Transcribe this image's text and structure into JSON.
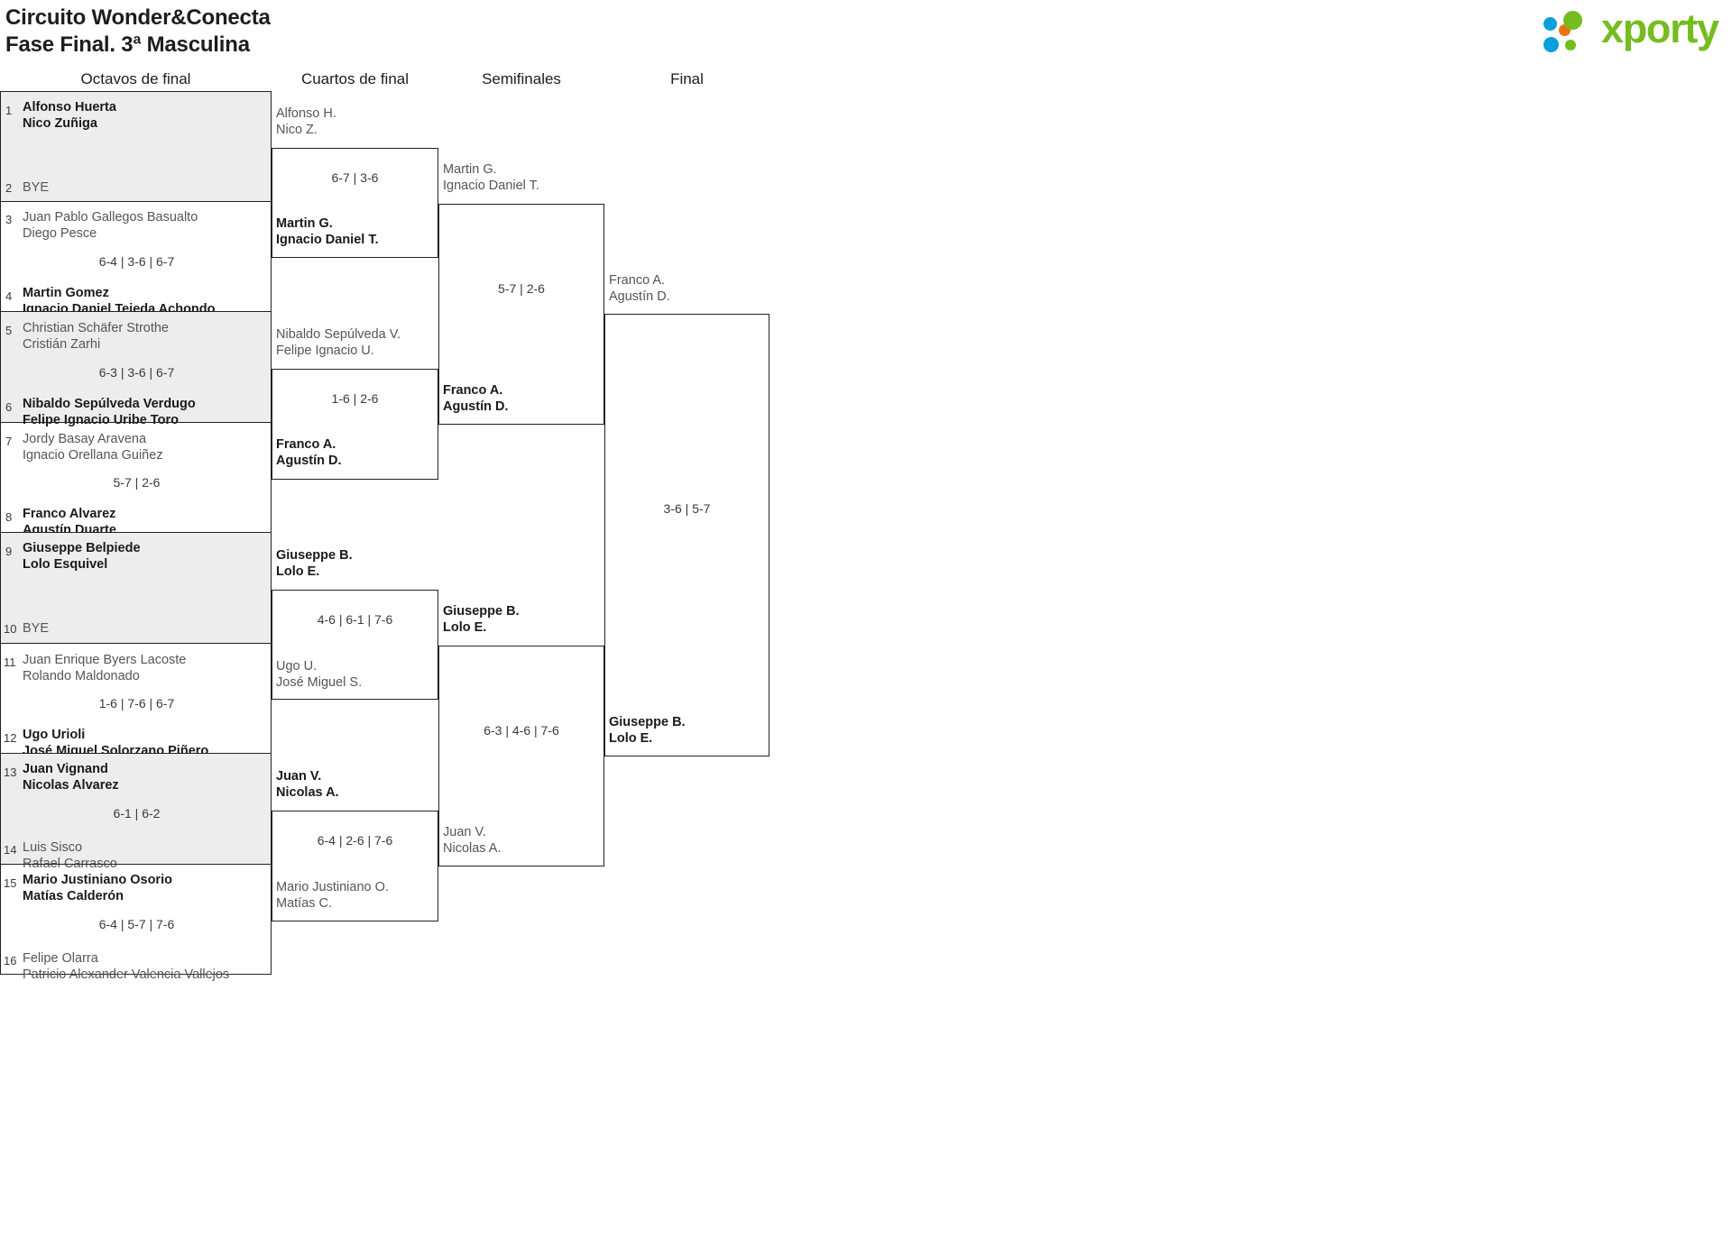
{
  "header": {
    "title_line1": "Circuito Wonder&Conecta",
    "title_line2": "Fase Final. 3ª Masculina",
    "logo_text": "xporty",
    "logo_colors": {
      "green": "#76bc21",
      "blue": "#0b9fdb",
      "orange": "#e8730c"
    }
  },
  "rounds": [
    {
      "label": "Octavos de final"
    },
    {
      "label": "Cuartos de final"
    },
    {
      "label": "Semifinales"
    },
    {
      "label": "Final"
    }
  ],
  "octavos": {
    "seeds": [
      {
        "num": "1",
        "p1": "Alfonso Huerta",
        "p2": "Nico Zuñiga",
        "winner": true,
        "bye": false
      },
      {
        "num": "2",
        "p1": "BYE",
        "p2": "",
        "winner": false,
        "bye": true
      },
      {
        "num": "3",
        "p1": "Juan Pablo Gallegos Basualto",
        "p2": "Diego Pesce",
        "winner": false,
        "bye": false
      },
      {
        "num": "4",
        "p1": "Martin Gomez",
        "p2": "Ignacio Daniel Tejeda Achondo",
        "winner": true,
        "bye": false
      },
      {
        "num": "5",
        "p1": "Christian Schäfer Strothe",
        "p2": "Cristián Zarhi",
        "winner": false,
        "bye": false
      },
      {
        "num": "6",
        "p1": "Nibaldo Sepúlveda Verdugo",
        "p2": "Felipe Ignacio Uribe Toro",
        "winner": true,
        "bye": false
      },
      {
        "num": "7",
        "p1": "Jordy Basay Aravena",
        "p2": "Ignacio Orellana Guiñez",
        "winner": false,
        "bye": false
      },
      {
        "num": "8",
        "p1": "Franco Alvarez",
        "p2": "Agustín Duarte",
        "winner": true,
        "bye": false
      },
      {
        "num": "9",
        "p1": "Giuseppe Belpiede",
        "p2": "Lolo Esquivel",
        "winner": true,
        "bye": false
      },
      {
        "num": "10",
        "p1": "BYE",
        "p2": "",
        "winner": false,
        "bye": true
      },
      {
        "num": "11",
        "p1": "Juan Enrique Byers Lacoste",
        "p2": "Rolando Maldonado",
        "winner": false,
        "bye": false
      },
      {
        "num": "12",
        "p1": "Ugo Urioli",
        "p2": "José Miguel Solorzano Piñero",
        "winner": true,
        "bye": false
      },
      {
        "num": "13",
        "p1": "Juan Vignand",
        "p2": "Nicolas Alvarez",
        "winner": true,
        "bye": false
      },
      {
        "num": "14",
        "p1": "Luis Sisco",
        "p2": "Rafael Carrasco",
        "winner": false,
        "bye": false
      },
      {
        "num": "15",
        "p1": "Mario Justiniano Osorio",
        "p2": "Matías Calderón",
        "winner": true,
        "bye": false
      },
      {
        "num": "16",
        "p1": "Felipe Olarra",
        "p2": "Patricio Alexander Valencia Vallejos",
        "winner": false,
        "bye": false
      }
    ],
    "scores": [
      {
        "value": ""
      },
      {
        "value": "6-4 | 3-6 | 6-7"
      },
      {
        "value": "6-3 | 3-6 | 6-7"
      },
      {
        "value": "5-7 | 2-6"
      },
      {
        "value": ""
      },
      {
        "value": "1-6 | 7-6 | 6-7"
      },
      {
        "value": "6-1 | 6-2"
      },
      {
        "value": "6-4 | 5-7 | 7-6"
      }
    ]
  },
  "cuartos": {
    "entrants": [
      {
        "p1": "Alfonso H.",
        "p2": "Nico Z.",
        "winner": false
      },
      {
        "p1": "Martin G.",
        "p2": "Ignacio Daniel T.",
        "winner": true
      },
      {
        "p1": "Nibaldo Sepúlveda V.",
        "p2": "Felipe Ignacio U.",
        "winner": false
      },
      {
        "p1": "Franco A.",
        "p2": "Agustín D.",
        "winner": true
      },
      {
        "p1": "Giuseppe B.",
        "p2": "Lolo E.",
        "winner": true
      },
      {
        "p1": "Ugo U.",
        "p2": "José Miguel S.",
        "winner": false
      },
      {
        "p1": "Juan V.",
        "p2": "Nicolas A.",
        "winner": true
      },
      {
        "p1": "Mario Justiniano O.",
        "p2": "Matías C.",
        "winner": false
      }
    ],
    "scores": [
      {
        "value": "6-7 | 3-6"
      },
      {
        "value": "1-6 | 2-6"
      },
      {
        "value": "4-6 | 6-1 | 7-6"
      },
      {
        "value": "6-4 | 2-6 | 7-6"
      }
    ]
  },
  "semifinales": {
    "entrants": [
      {
        "p1": "Martin G.",
        "p2": "Ignacio Daniel T.",
        "winner": false
      },
      {
        "p1": "Franco A.",
        "p2": "Agustín D.",
        "winner": true
      },
      {
        "p1": "Giuseppe B.",
        "p2": "Lolo E.",
        "winner": true
      },
      {
        "p1": "Juan V.",
        "p2": "Nicolas A.",
        "winner": false
      }
    ],
    "scores": [
      {
        "value": "5-7 | 2-6"
      },
      {
        "value": "6-3 | 4-6 | 7-6"
      }
    ]
  },
  "final": {
    "entrants": [
      {
        "p1": "Franco A.",
        "p2": "Agustín D.",
        "winner": false
      },
      {
        "p1": "Giuseppe B.",
        "p2": "Lolo E.",
        "winner": true
      }
    ],
    "scores": [
      {
        "value": "3-6 | 5-7"
      }
    ]
  }
}
